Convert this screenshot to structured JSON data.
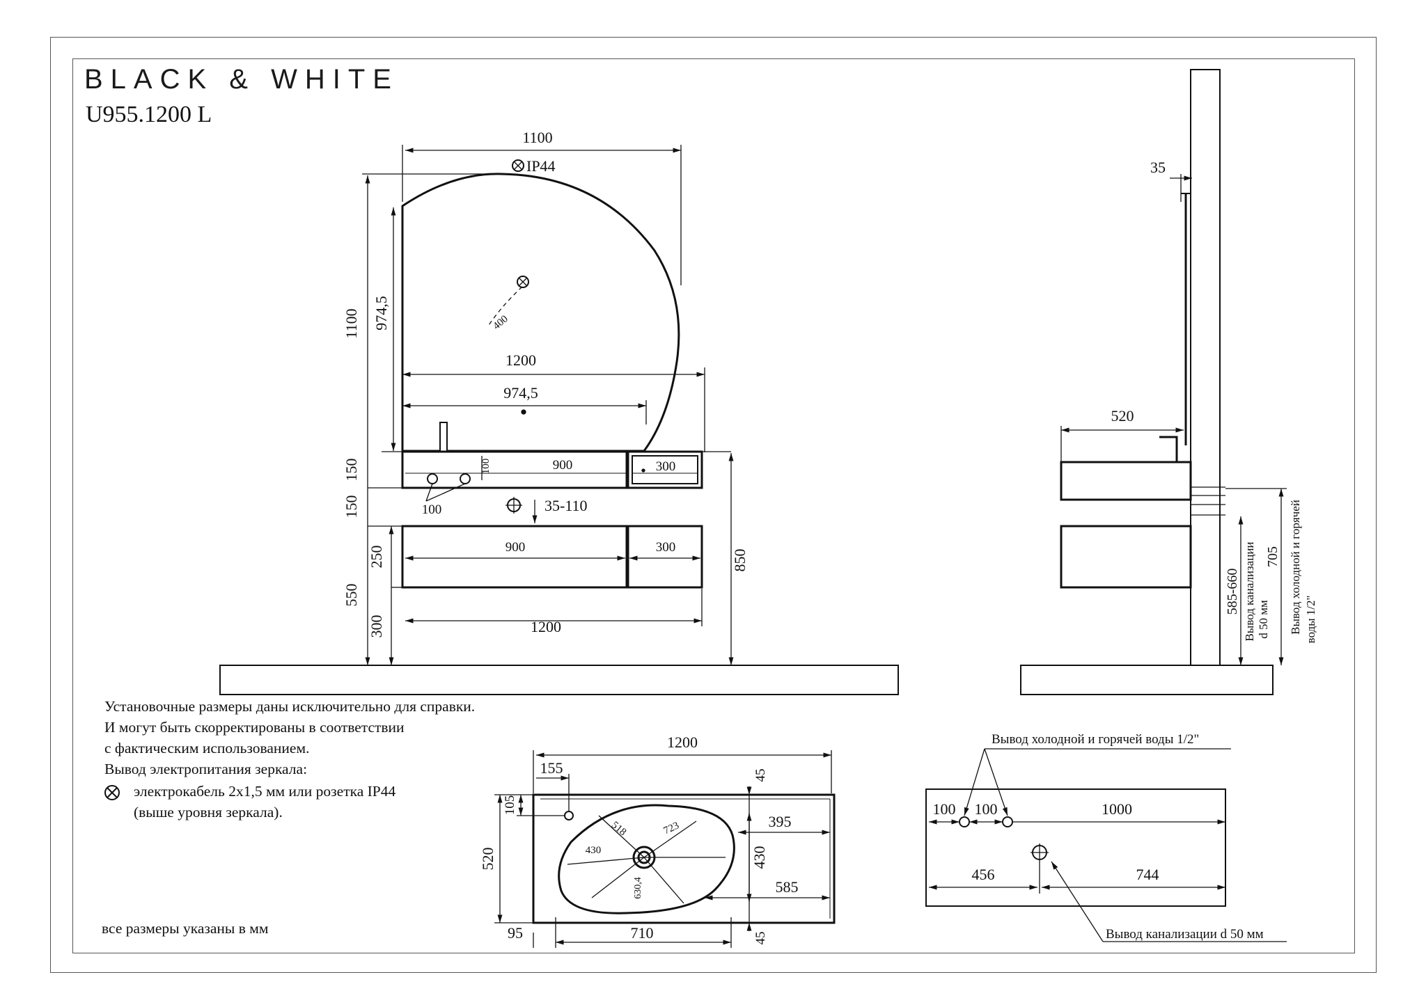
{
  "brand": "BLACK & WHITE",
  "model": "U955.1200 L",
  "mirror": {
    "ip_label": "IP44",
    "width": "1100",
    "height_total": "1100",
    "height_side": "974,5",
    "lamp_radius": "400",
    "width_at_cabinet": "1200",
    "width_inner": "974,5"
  },
  "front": {
    "worktop_h": "150",
    "gap_h": "150",
    "lower_h": "550",
    "drawer_h": "250",
    "leg_h": "300",
    "total_h": "850",
    "shelf_w": "900",
    "niche_w": "300",
    "tap_offset": "100",
    "holes_spacing": "100",
    "drain_offset": "35-110",
    "drawer_w": "900",
    "drawer2_w": "300",
    "bottom_w": "1200"
  },
  "side": {
    "mirror_depth": "35",
    "depth": "520",
    "drain_height": "585-660",
    "drain_label": "Вывод канализации",
    "drain_diam": "d 50 мм",
    "water_height": "705",
    "water_label": "Вывод холодной и горячей",
    "water_label2": "воды 1/2\""
  },
  "notes": {
    "line1": "Установочные размеры даны исключительно для справки.",
    "line2": "И могут быть скорректированы в соответствии",
    "line3": "с фактическим использованием.",
    "line4": "Вывод электропитания зеркала:",
    "legend1": "электрокабель 2х1,5 мм или розетка IP44",
    "legend2": "(выше уровня зеркала).",
    "units": "все размеры указаны в мм"
  },
  "top_view": {
    "width": "1200",
    "tap_x": "155",
    "tap_y": "105",
    "depth": "520",
    "edge_top": "45",
    "bowl_right": "395",
    "bowl_h": "430",
    "bowl_w_left": "430",
    "diag1": "518",
    "diag2": "723",
    "drain_r": "585",
    "diag3": "630,4",
    "left_margin": "95",
    "bowl_len": "710",
    "edge_bottom": "45"
  },
  "plan": {
    "water_label": "Вывод холодной и горячей воды 1/2\"",
    "d1": "100",
    "d2": "100",
    "d3": "1000",
    "d4": "456",
    "d5": "744",
    "drain_label": "Вывод канализации d 50 мм"
  }
}
